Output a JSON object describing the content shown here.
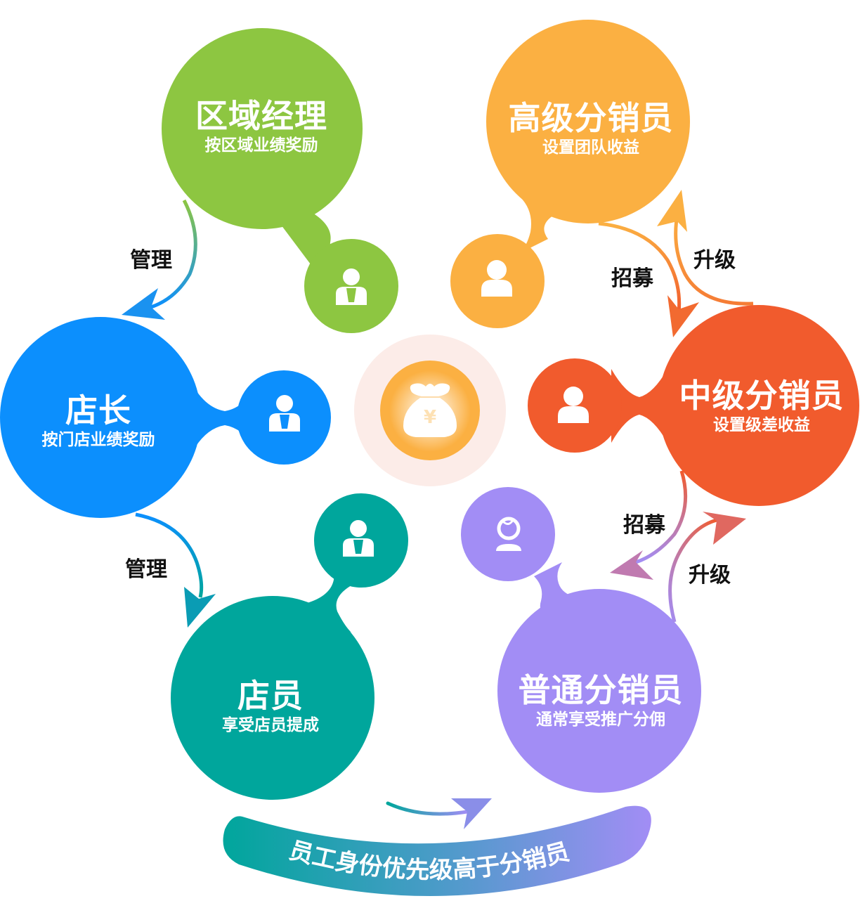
{
  "nodes": [
    {
      "id": "regional-manager",
      "title": "区域经理",
      "subtitle": "按区域业绩奖励",
      "color": "#8dc641",
      "icon": "manager-person-icon"
    },
    {
      "id": "store-manager",
      "title": "店长",
      "subtitle": "按门店业绩奖励",
      "color": "#0c8ffd",
      "icon": "manager-person-icon"
    },
    {
      "id": "store-clerk",
      "title": "店员",
      "subtitle": "享受店员提成",
      "color": "#00a69c",
      "icon": "manager-person-icon"
    },
    {
      "id": "senior-distributor",
      "title": "高级分销员",
      "subtitle": "设置团队收益",
      "color": "#fbb042",
      "icon": "person-icon"
    },
    {
      "id": "mid-distributor",
      "title": "中级分销员",
      "subtitle": "设置级差收益",
      "color": "#f15b2d",
      "icon": "person-icon"
    },
    {
      "id": "normal-distributor",
      "title": "普通分销员",
      "subtitle": "通常享受推广分佣",
      "color": "#a28df5",
      "icon": "user-avatar-icon"
    }
  ],
  "edges": {
    "manage_1": "管理",
    "manage_2": "管理",
    "recruit_1": "招募",
    "upgrade_1": "升级",
    "recruit_2": "招募",
    "upgrade_2": "升级"
  },
  "center": {
    "icon": "money-bag-yen-icon",
    "color": "#fbb042",
    "halo_color": "#fcece8",
    "currency_symbol": "¥"
  },
  "banner": {
    "text": "员工身份优先级高于分销员",
    "gradient_start": "#00a69c",
    "gradient_end": "#a28df5"
  },
  "divider": {
    "color_top": "#4a9fe0",
    "color_bottom": "#5dbf6a"
  }
}
